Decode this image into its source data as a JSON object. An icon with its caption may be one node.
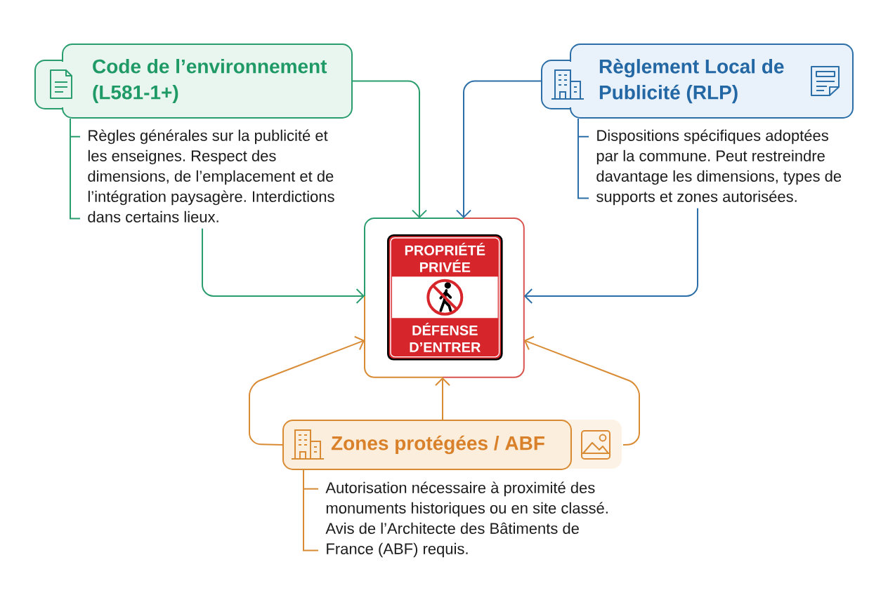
{
  "diagram": {
    "nodes": [
      {
        "text": [
          "Code de l’environnement (L581-1+)"
        ]
      },
      {
        "text": [
          "Règles générales sur la publicité et les enseignes. Respect des dimensions, de l’emplacement et de l’intégration paysagère. Interdictions dans certains lieux."
        ]
      },
      {
        "text": [
          "Règlement Local de Publicité (RLP)"
        ]
      },
      {
        "text": [
          "Dispositions spécifiques adoptées par la commune. Peut restreindre davantage les dimensions, types de supports et zones autorisées."
        ]
      },
      {
        "text": [],
        "shape": "box"
      },
      {
        "text": [
          "PROPRIÉTÉ PRIVÉE",
          "DÉFENSE D’ENTRER"
        ],
        "in": 4
      },
      {
        "text": [
          "Zones protégées / ABF"
        ]
      },
      {
        "text": [
          "Autorisation nécessaire à proximité des monuments historiques ou en site classé. Avis de l’Architecte des Bâtiments de France (ABF) requis."
        ]
      }
    ],
    "edges": [
      {
        "from": 0,
        "to": 4,
        "arrow": "to",
        "color": "#2a9d6f"
      },
      {
        "from": 1,
        "to": 4,
        "arrow": "to",
        "color": "#2a9d6f"
      },
      {
        "from": 2,
        "to": 4,
        "arrow": "to",
        "color": "#2c6fa8"
      },
      {
        "from": 3,
        "to": 4,
        "arrow": "to",
        "color": "#2c6fa8"
      },
      {
        "from": 6,
        "to": 4,
        "arrow": "to"
      },
      {
        "from": 6,
        "to": 4,
        "arrow": "to"
      },
      {
        "from": 6,
        "to": 4,
        "arrow": "to"
      },
      {
        "from": 0,
        "to": 1,
        "arrow": "none",
        "color": "#2a9d6f"
      },
      {
        "from": 2,
        "to": 3,
        "arrow": "none",
        "color": "#2c6fa8"
      },
      {
        "from": 6,
        "to": 7,
        "arrow": "none"
      }
    ]
  }
}
